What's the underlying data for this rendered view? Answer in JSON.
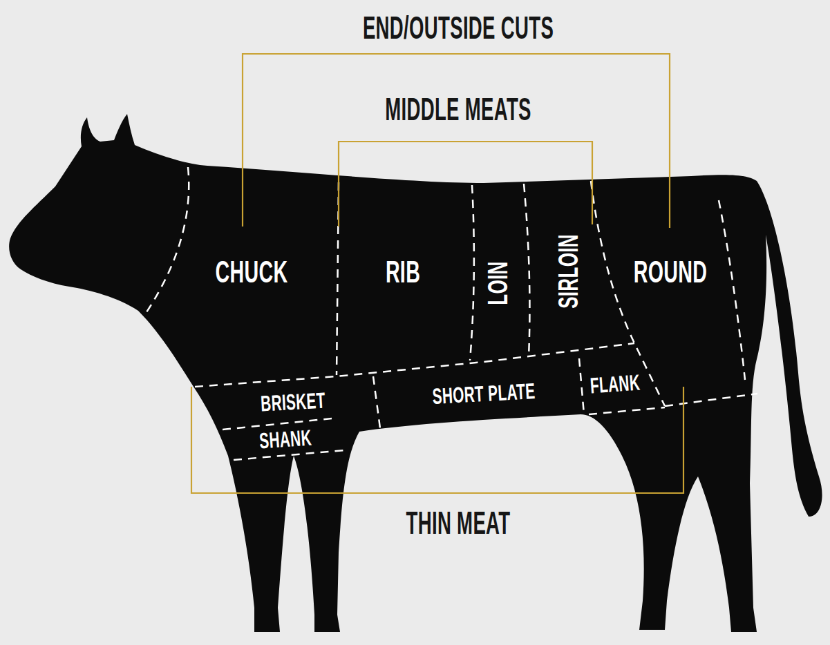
{
  "diagram": {
    "labels": [
      "END/OUTSIDE CUTS",
      "MIDDLE MEATS",
      "CHUCK",
      "RIB",
      "LOIN",
      "SIRLOIN",
      "ROUND",
      "BRISKET",
      "SHANK",
      "SHORT PLATE",
      "FLANK",
      "THIN MEAT"
    ]
  }
}
